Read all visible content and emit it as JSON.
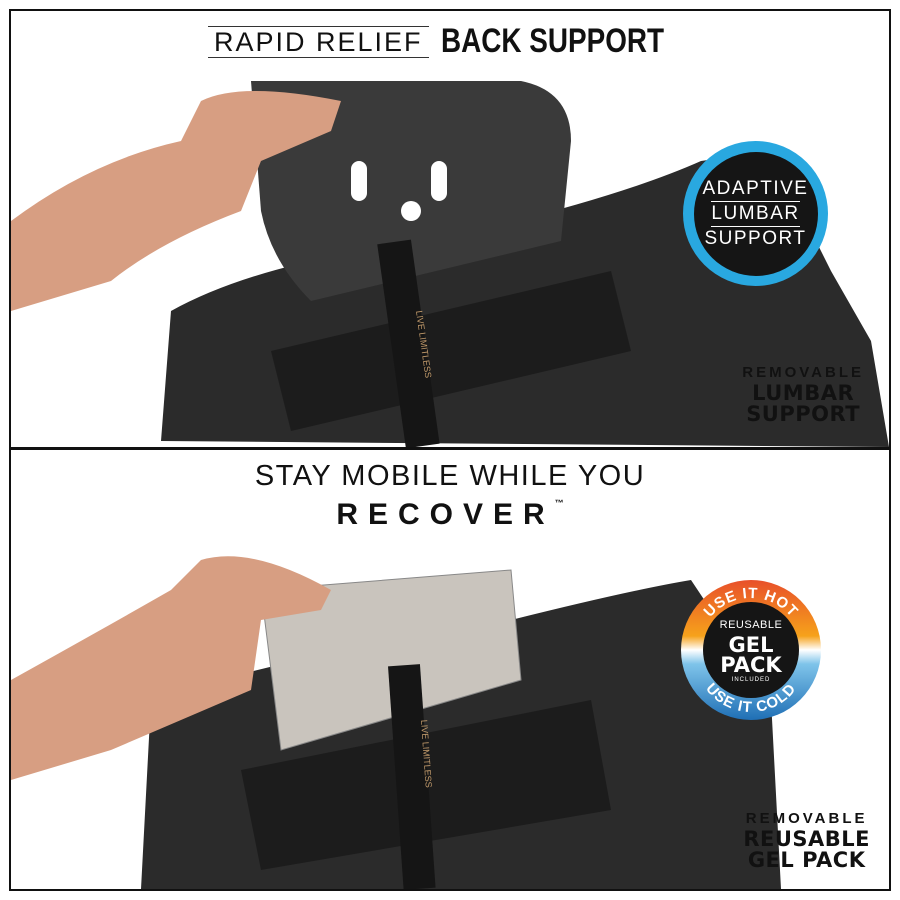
{
  "header": {
    "title_light": "RAPID RELIEF",
    "title_bold": "BACK SUPPORT"
  },
  "panel_top": {
    "badge": {
      "line1": "ADAPTIVE",
      "line2": "LUMBAR",
      "line3": "SUPPORT",
      "ring_color": "#29a8e0"
    },
    "caption": {
      "line1": "REMOVABLE",
      "line2": "LUMBAR",
      "line3": "SUPPORT"
    },
    "belt_text": "LIVE LIMITLESS"
  },
  "panel_bottom": {
    "headline": "STAY MOBILE WHILE YOU",
    "headline_bold": "RECOVER",
    "trademark": "™",
    "badge": {
      "top_arc": "USE IT HOT",
      "bottom_arc": "USE IT COLD",
      "line1": "REUSABLE",
      "line2": "GEL",
      "line3": "PACK",
      "line4": "INCLUDED",
      "hot_color": "#e8502a",
      "cold_color": "#1f6fb5"
    },
    "caption": {
      "line1": "REMOVABLE",
      "line2": "REUSABLE",
      "line3": "GEL PACK"
    },
    "belt_text": "LIVE LIMITLESS"
  }
}
